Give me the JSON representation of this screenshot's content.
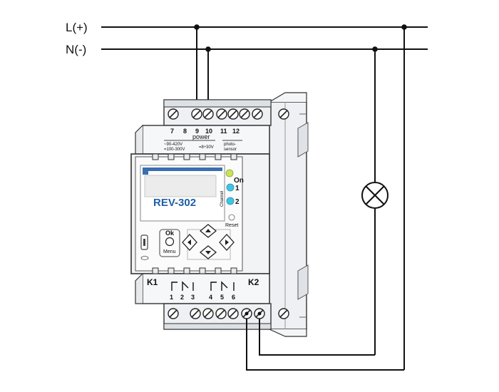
{
  "lines": {
    "l": "L(+)",
    "n": "N(-)"
  },
  "terminals_top": {
    "nums": [
      "7",
      "8",
      "9",
      "10",
      "11",
      "12"
    ],
    "power_label": "power",
    "ac_lines": [
      "~90-420V",
      "=100-300V"
    ],
    "dc_line": "=8÷30V",
    "photo_lines": [
      "photo-",
      "sensor"
    ]
  },
  "display": {
    "model": "REV-302",
    "channel_label": "Channel"
  },
  "indicators": {
    "on": "On",
    "ch1": "1",
    "ch2": "2",
    "reset": "Reset"
  },
  "buttons": {
    "ok": "Ok",
    "menu": "Menu"
  },
  "terminals_bottom": {
    "k1": "K1",
    "k2": "K2",
    "nums": [
      "1",
      "2",
      "3",
      "4",
      "5",
      "6"
    ]
  },
  "colors": {
    "on_led": "#c8e35a",
    "channel_led": "#3fc4e4",
    "model_text": "#1f5fa8",
    "display_bar": "#3a6fb0"
  }
}
